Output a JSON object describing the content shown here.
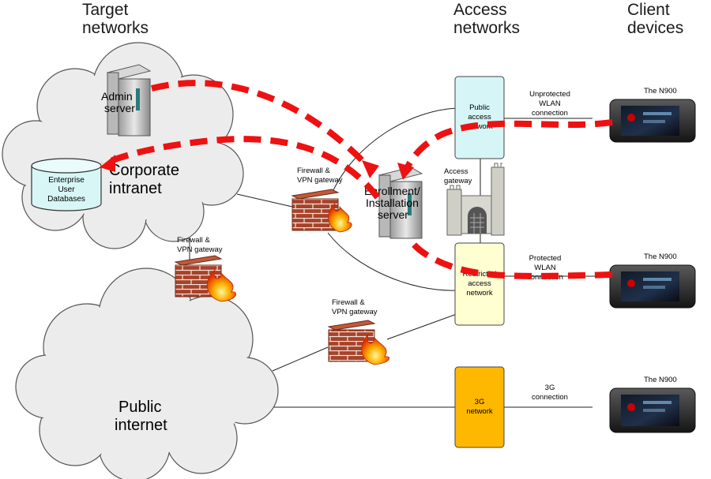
{
  "columns": {
    "target": [
      "Target",
      "networks"
    ],
    "access": [
      "Access",
      "networks"
    ],
    "client": [
      "Client",
      "devices"
    ]
  },
  "clouds": {
    "corporate": [
      "Corporate",
      "intranet"
    ],
    "public": [
      "Public",
      "internet"
    ]
  },
  "servers": {
    "admin": [
      "Admin",
      "server"
    ],
    "enrollment": [
      "Enrollment/",
      "Installation",
      "server"
    ]
  },
  "database": [
    "Enterprise",
    "User",
    "Databases"
  ],
  "firewalls": {
    "corp_to_public": [
      "Firewall &",
      "VPN gateway"
    ],
    "to_access": [
      "Firewall &",
      "VPN gateway"
    ],
    "public_to_access": [
      "Firewall &",
      "VPN gateway"
    ]
  },
  "access_gateway": [
    "Access",
    "gateway"
  ],
  "networks": {
    "public_access": [
      "Public",
      "access",
      "network"
    ],
    "restricted_access": [
      "Restricted",
      "access",
      "network"
    ],
    "3g": [
      "3G",
      "network"
    ]
  },
  "connections": {
    "unprotected": [
      "Unprotected",
      "WLAN",
      "connection"
    ],
    "protected": [
      "Protected",
      "WLAN",
      "connection"
    ],
    "3g": [
      "3G",
      "connection"
    ]
  },
  "devices": [
    "The N900",
    "The N900",
    "The N900"
  ],
  "colors": {
    "cloud": "#ececec",
    "public_access_box": "#d6f5f7",
    "restricted_access_box": "#ffffd2",
    "network_3g_box": "#ffb800",
    "dashed_path": "#ee1111",
    "brick": "#a8422a"
  }
}
